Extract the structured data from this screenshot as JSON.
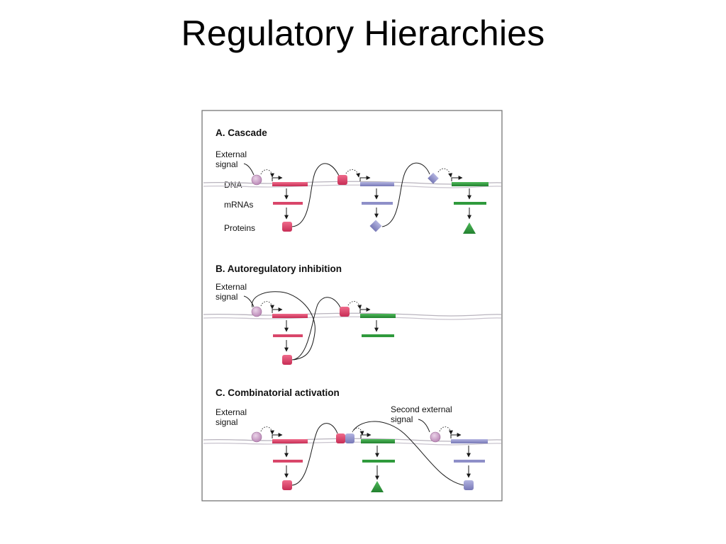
{
  "slide": {
    "title": "Regulatory Hierarchies"
  },
  "figure": {
    "panel_a": {
      "heading": "A. Cascade",
      "external_signal": [
        "External",
        "signal"
      ],
      "dna": "DNA",
      "mrnas": "mRNAs",
      "proteins": "Proteins"
    },
    "panel_b": {
      "heading": "B. Autoregulatory inhibition",
      "external_signal": [
        "External",
        "signal"
      ]
    },
    "panel_c": {
      "heading": "C. Combinatorial activation",
      "external_signal": [
        "External",
        "signal"
      ],
      "second_external_signal": [
        "Second external",
        "signal"
      ]
    },
    "colors": {
      "gene_red": "#d9466a",
      "gene_blue": "#8e8fc8",
      "gene_green": "#2f9a3c",
      "signal_purple": "#c89ac4",
      "dna": "#b8b3bd",
      "frame": "#777777"
    }
  }
}
